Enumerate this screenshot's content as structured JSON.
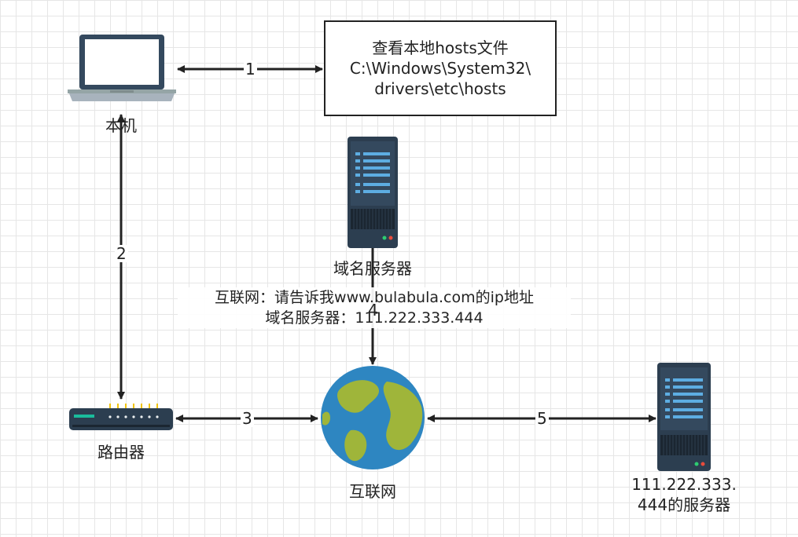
{
  "hosts_box": {
    "line1": "查看本地hosts文件",
    "line2": "C:\\Windows\\System32\\",
    "line3": "drivers\\etc\\hosts"
  },
  "nodes": {
    "local": "本机",
    "dns_server": "域名服务器",
    "router": "路由器",
    "internet": "互联网",
    "target_line1": "111.222.333.",
    "target_line2": "444的服务器"
  },
  "note": {
    "line1": "互联网：请告诉我www.bulabula.com的ip地址",
    "line2": "域名服务器：111.222.333.444"
  },
  "steps": [
    "1",
    "2",
    "3",
    "4",
    "5"
  ],
  "colors": {
    "server_body": "#2c3e50",
    "server_led_blue": "#5dade2",
    "globe_ocean": "#2e86c1",
    "globe_land": "#9fb53a",
    "arrow": "#222222"
  },
  "icons": {
    "laptop": "laptop-icon",
    "server": "server-icon",
    "router": "router-icon",
    "globe": "globe-icon"
  }
}
